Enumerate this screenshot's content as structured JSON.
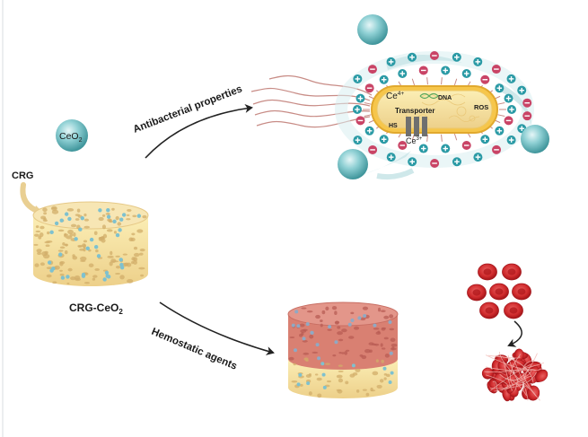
{
  "labels": {
    "crg": "CRG",
    "ceo2_particle": "CeO",
    "ceo2_sub": "2",
    "composite_main": "CRG-CeO",
    "composite_sub": "2",
    "antibacterial": "Antibacterial properties",
    "hemostatic": "Hemostatic agents"
  },
  "bacterium": {
    "ce4": "Ce",
    "ce4_sup": "4+",
    "dna": "DNA",
    "transporter": "Transporter",
    "ros": "ROS",
    "hs": "HS",
    "ce3": "Ce",
    "ce3_sup": "3+"
  },
  "colors": {
    "sponge": "#f3dca4",
    "sponge_dark": "#e2c27e",
    "pore": "#d2ae6a",
    "dot": "#7ec1cf",
    "red_top": "#d98072",
    "red_cell": "#d0292b",
    "red_cell_dark": "#a5161c",
    "sphere": "#7cc4c9",
    "plus": "#2a9aa5",
    "minus": "#c94466",
    "arrow": "#222222"
  }
}
